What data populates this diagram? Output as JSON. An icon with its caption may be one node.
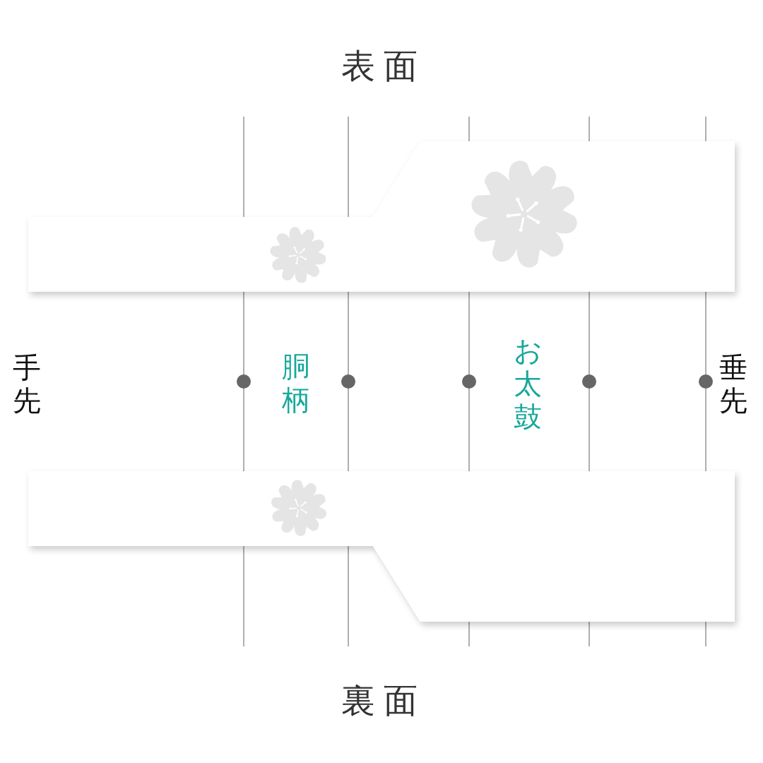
{
  "diagram": {
    "nodes": [
      {
        "text": [
          "表面"
        ]
      },
      {
        "text": [
          "裏面"
        ]
      }
    ],
    "labels": [
      "手先",
      "胴柄",
      "お太鼓",
      "垂先"
    ]
  }
}
